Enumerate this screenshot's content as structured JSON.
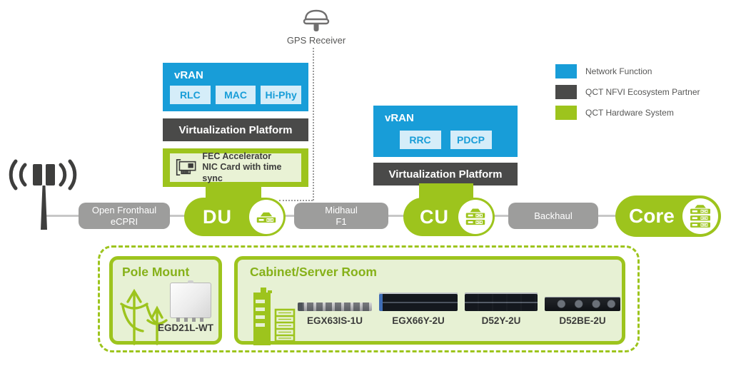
{
  "colors": {
    "network_function_blue": "#189dd8",
    "nfvi_partner_dark": "#4a4a49",
    "qct_green": "#9dc41d"
  },
  "gps": {
    "label": "GPS Receiver"
  },
  "du_stack": {
    "vran_label": "vRAN",
    "chips": [
      "RLC",
      "MAC",
      "Hi-Phy"
    ],
    "platform_label": "Virtualization Platform",
    "fec_line1": "FEC Accelerator",
    "fec_line2": "NIC Card with time sync"
  },
  "cu_stack": {
    "vran_label": "vRAN",
    "chips": [
      "RRC",
      "PDCP"
    ],
    "platform_label": "Virtualization Platform"
  },
  "chain": {
    "fronthaul_line1": "Open Fronthaul",
    "fronthaul_line2": "eCPRI",
    "du": "DU",
    "midhaul_line1": "Midhaul",
    "midhaul_line2": "F1",
    "cu": "CU",
    "backhaul": "Backhaul",
    "core": "Core"
  },
  "legend": {
    "items": [
      {
        "label": "Network Function",
        "color": "#189dd8"
      },
      {
        "label": "QCT NFVI Ecosystem Partner",
        "color": "#4a4a49"
      },
      {
        "label": "QCT Hardware System",
        "color": "#9dc41d"
      }
    ]
  },
  "hardware": {
    "pole_mount": {
      "title": "Pole Mount",
      "product": "EGD21L-WT"
    },
    "cabinet": {
      "title": "Cabinet/Server Room",
      "products": [
        "EGX63IS-1U",
        "EGX66Y-2U",
        "D52Y-2U",
        "D52BE-2U"
      ]
    }
  }
}
